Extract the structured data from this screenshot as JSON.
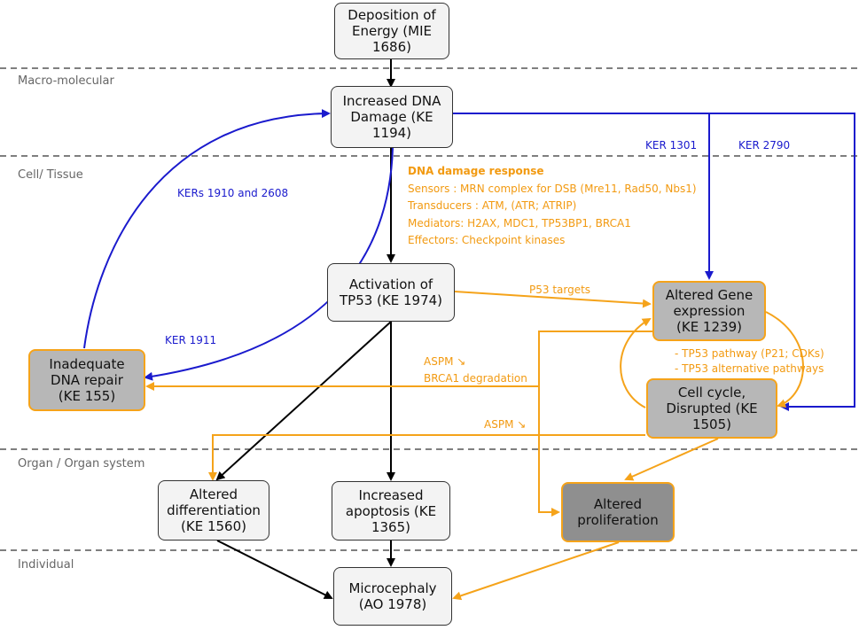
{
  "levels": {
    "macro": "Macro-molecular",
    "cell": "Cell/ Tissue",
    "organ": "Organ / Organ system",
    "individual": "Individual"
  },
  "nodes": {
    "mie": "Deposition of\nEnergy (MIE\n1686)",
    "dna_damage": "Increased DNA\nDamage (KE\n1194)",
    "tp53": "Activation of\nTP53 (KE 1974)",
    "gene_expr": "Altered Gene\nexpression\n(KE 1239)",
    "cell_cycle": "Cell cycle,\nDisrupted (KE\n1505)",
    "dna_repair": "Inadequate\nDNA repair\n(KE 155)",
    "differentiation": "Altered\ndifferentiation\n(KE 1560)",
    "apoptosis": "Increased\napoptosis (KE\n1365)",
    "proliferation": "Altered\nproliferation",
    "microcephaly": "Microcephaly\n(AO 1978)"
  },
  "edge_labels": {
    "ker_1301": "KER 1301",
    "ker_2790": "KER 2790",
    "kers_1910_2608": "KERs 1910 and 2608",
    "ker_1911": "KER 1911",
    "p53_targets": "P53 targets",
    "aspm_brca1": "ASPM ↘\nBRCA1 degradation",
    "aspm": "ASPM ↘",
    "tp53_pathways": "- TP53 pathway (P21; CDKs)\n- TP53 alternative pathways"
  },
  "ddr": {
    "title": "DNA damage response",
    "sensors": "Sensors : MRN complex for DSB (Mre11, Rad50, Nbs1)",
    "transducers": "Transducers : ATM,  (ATR; ATRIP)",
    "mediators": "Mediators: H2AX, MDC1, TP53BP1, BRCA1",
    "effectors": "Effectors: Checkpoint kinases"
  },
  "colors": {
    "blue": "#1a1acd",
    "orange": "#f5a31a",
    "black": "#000000",
    "dashed": "#555555"
  }
}
